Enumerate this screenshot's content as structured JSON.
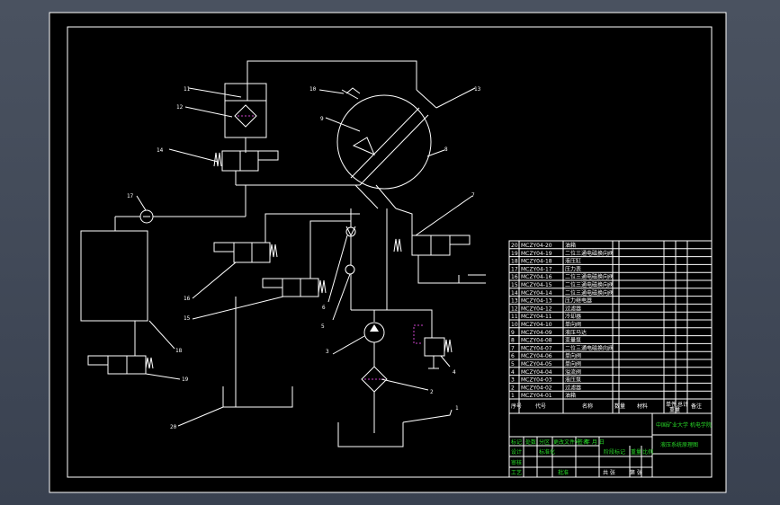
{
  "drawing": {
    "callouts": [
      "1",
      "2",
      "3",
      "4",
      "5",
      "6",
      "7",
      "8",
      "9",
      "10",
      "11",
      "12",
      "13",
      "14",
      "15",
      "16",
      "17",
      "18",
      "19",
      "20"
    ],
    "bom": [
      {
        "no": "20",
        "code": "MCZY04-20",
        "name": "油箱"
      },
      {
        "no": "19",
        "code": "MCZY04-19",
        "name": "二位三通电磁换向阀"
      },
      {
        "no": "18",
        "code": "MCZY04-18",
        "name": "液压缸"
      },
      {
        "no": "17",
        "code": "MCZY04-17",
        "name": "压力表"
      },
      {
        "no": "16",
        "code": "MCZY04-16",
        "name": "二位三通电磁换向阀"
      },
      {
        "no": "15",
        "code": "MCZY04-15",
        "name": "二位三通电磁换向阀"
      },
      {
        "no": "14",
        "code": "MCZY04-14",
        "name": "二位三通电磁换向阀"
      },
      {
        "no": "13",
        "code": "MCZY04-13",
        "name": "压力继电器"
      },
      {
        "no": "12",
        "code": "MCZY04-12",
        "name": "过滤器"
      },
      {
        "no": "11",
        "code": "MCZY04-11",
        "name": "冷却器"
      },
      {
        "no": "10",
        "code": "MCZY04-10",
        "name": "单向阀"
      },
      {
        "no": "9",
        "code": "MCZY04-09",
        "name": "液压马达"
      },
      {
        "no": "8",
        "code": "MCZY04-08",
        "name": "变量泵"
      },
      {
        "no": "7",
        "code": "MCZY04-07",
        "name": "二位三通电磁换向阀"
      },
      {
        "no": "6",
        "code": "MCZY04-06",
        "name": "单向阀"
      },
      {
        "no": "5",
        "code": "MCZY04-05",
        "name": "单向阀"
      },
      {
        "no": "4",
        "code": "MCZY04-04",
        "name": "溢流阀"
      },
      {
        "no": "3",
        "code": "MCZY04-03",
        "name": "液压泵"
      },
      {
        "no": "2",
        "code": "MCZY04-02",
        "name": "过滤器"
      },
      {
        "no": "1",
        "code": "MCZY04-01",
        "name": "油箱"
      }
    ],
    "bom_header": {
      "no": "序号",
      "code": "代号",
      "name": "名称",
      "qty": "数量",
      "material": "材料",
      "single": "单件",
      "total": "总计",
      "weight": "重量",
      "remark": "备注"
    },
    "title_block": {
      "school": "中国矿业大学 机电学院",
      "drawing_title": "液压系统原理图",
      "rows": [
        "标记",
        "处数",
        "分区",
        "更改文件号",
        "签名",
        "年 月 日",
        "设计",
        "标准化",
        "阶段标记",
        "重量",
        "比例",
        "审核",
        "工艺",
        "批准",
        "共 张",
        "第 张"
      ]
    },
    "colors": {
      "line": "#ffffff",
      "accent": "#cc44cc",
      "green": "#28d828",
      "sheet": "#000000"
    }
  }
}
